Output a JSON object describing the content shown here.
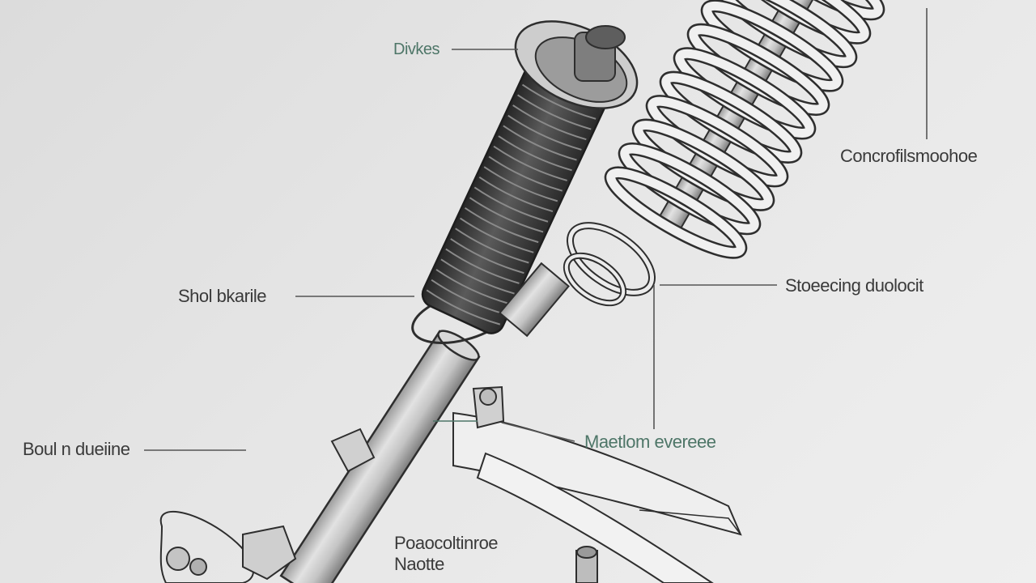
{
  "diagram": {
    "labels": {
      "top": "Divkes",
      "top_right": "Concrofilsmoohoe",
      "mid_left": "Shol bkarile",
      "mid_right": "Stoeecing duolocit",
      "bottom_left": "Boul n dueiine",
      "bottom_right": "Maetlom evereee",
      "bottom_line1": "Poaocoltinroe",
      "bottom_line2": "Naotte"
    },
    "colors": {
      "background": "#e4e4e4",
      "label_dark": "#3a3a3a",
      "label_green": "#4e7668",
      "leader_line": "#555555",
      "metal": "#c8c8c8",
      "boot": "#3c3c3c",
      "outline": "#2e2e2e"
    }
  }
}
